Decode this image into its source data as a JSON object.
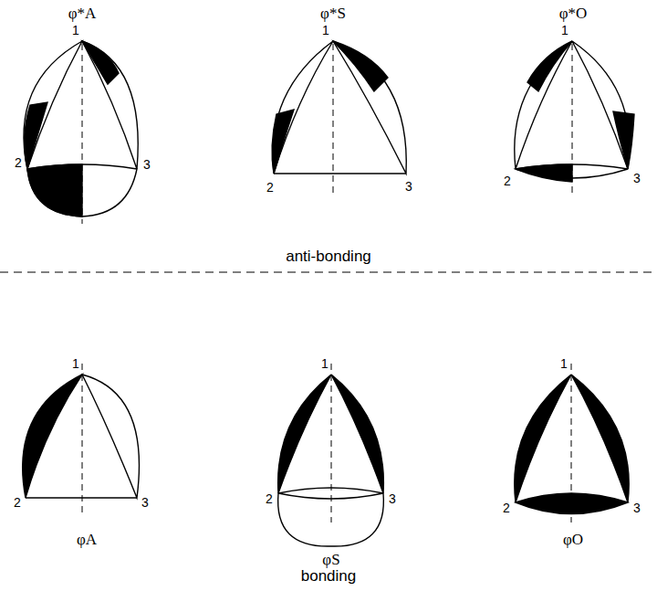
{
  "diagram": {
    "labels": [
      "φ*A",
      "1",
      "2",
      "3",
      "φ*S",
      "1",
      "2",
      "3",
      "φ*O",
      "1",
      "2",
      "3",
      "anti-bonding",
      "1",
      "2",
      "3",
      "1",
      "2",
      "3",
      "1",
      "2",
      "3",
      "φA",
      "φS",
      "φO",
      "bonding"
    ]
  }
}
